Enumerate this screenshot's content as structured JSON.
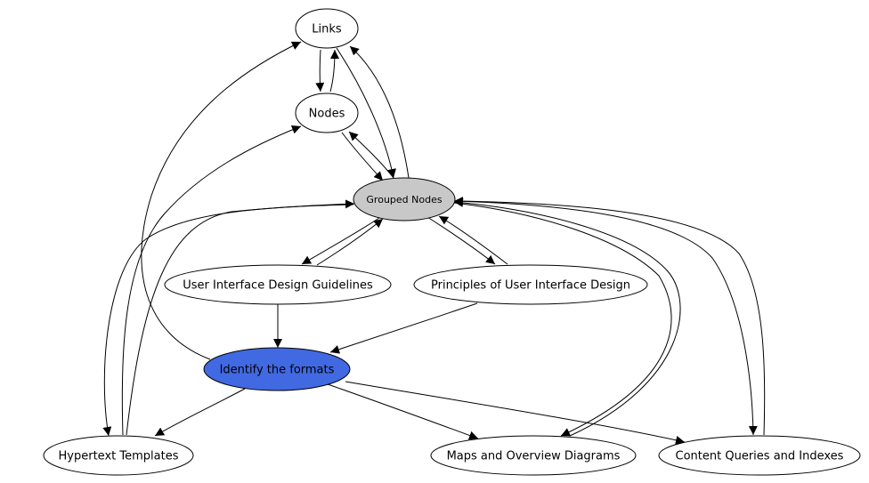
{
  "diagram": {
    "type": "directed-graph",
    "nodes": [
      {
        "id": "links",
        "label": "Links",
        "fill": "#ffffff"
      },
      {
        "id": "nodes",
        "label": "Nodes",
        "fill": "#ffffff"
      },
      {
        "id": "grouped",
        "label": "Grouped Nodes",
        "fill": "#c8c8c8"
      },
      {
        "id": "uidg",
        "label": "User Interface Design Guidelines",
        "fill": "#ffffff"
      },
      {
        "id": "puid",
        "label": "Principles of User Interface Design",
        "fill": "#ffffff"
      },
      {
        "id": "identify",
        "label": "Identify the formats",
        "fill": "#4169e1"
      },
      {
        "id": "hypertext",
        "label": "Hypertext Templates",
        "fill": "#ffffff"
      },
      {
        "id": "maps",
        "label": "Maps and Overview Diagrams",
        "fill": "#ffffff"
      },
      {
        "id": "content",
        "label": "Content Queries and Indexes",
        "fill": "#ffffff"
      }
    ],
    "edges": [
      {
        "from": "links",
        "to": "nodes"
      },
      {
        "from": "nodes",
        "to": "links"
      },
      {
        "from": "links",
        "to": "grouped"
      },
      {
        "from": "grouped",
        "to": "links"
      },
      {
        "from": "nodes",
        "to": "grouped"
      },
      {
        "from": "grouped",
        "to": "nodes"
      },
      {
        "from": "grouped",
        "to": "uidg"
      },
      {
        "from": "uidg",
        "to": "grouped"
      },
      {
        "from": "grouped",
        "to": "puid"
      },
      {
        "from": "puid",
        "to": "grouped"
      },
      {
        "from": "uidg",
        "to": "identify"
      },
      {
        "from": "puid",
        "to": "identify"
      },
      {
        "from": "identify",
        "to": "links"
      },
      {
        "from": "identify",
        "to": "hypertext"
      },
      {
        "from": "identify",
        "to": "maps"
      },
      {
        "from": "identify",
        "to": "content"
      },
      {
        "from": "hypertext",
        "to": "nodes"
      },
      {
        "from": "grouped",
        "to": "hypertext"
      },
      {
        "from": "hypertext",
        "to": "grouped"
      },
      {
        "from": "grouped",
        "to": "maps"
      },
      {
        "from": "maps",
        "to": "grouped"
      },
      {
        "from": "grouped",
        "to": "content"
      },
      {
        "from": "content",
        "to": "grouped"
      }
    ]
  }
}
